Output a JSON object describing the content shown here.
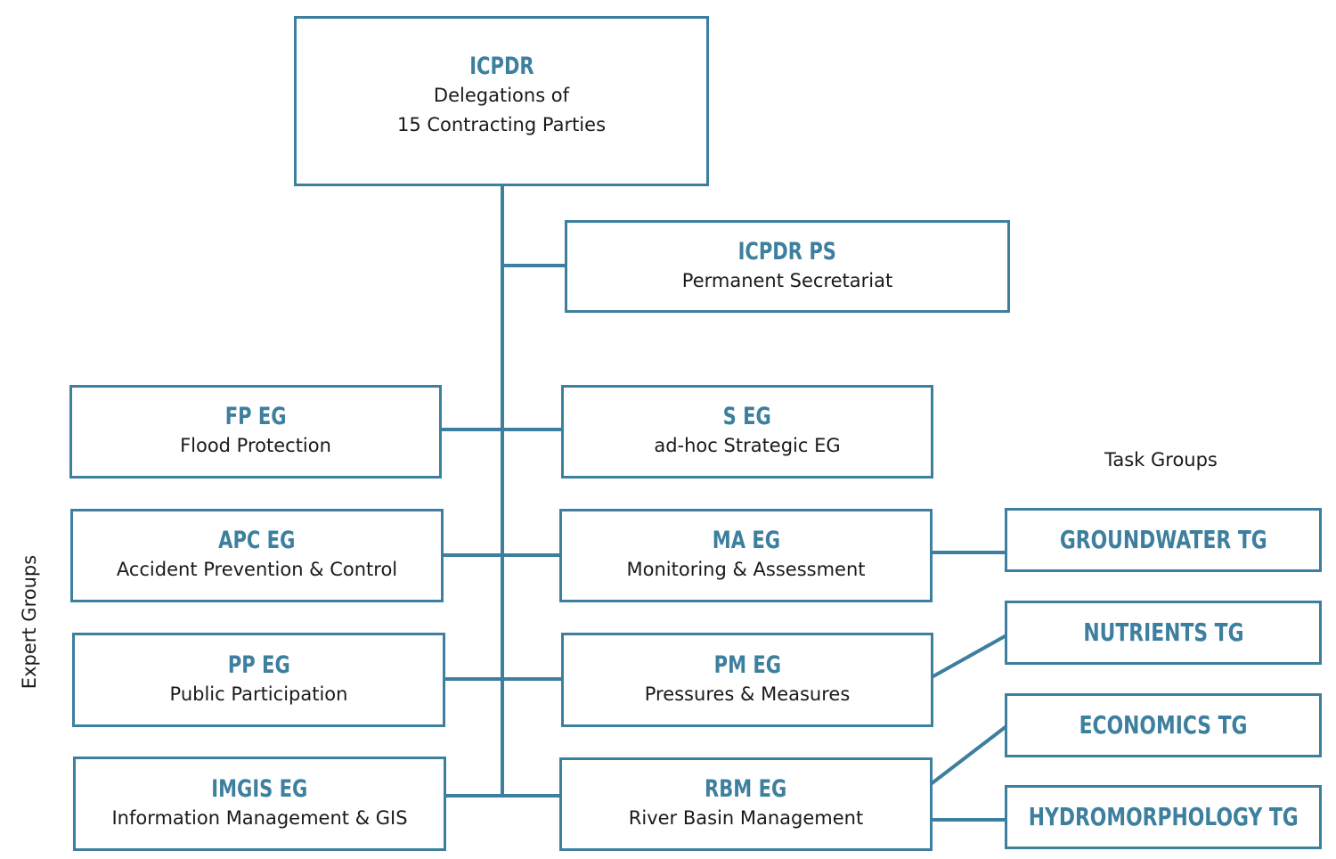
{
  "root": {
    "title": "ICPDR",
    "line1": "Delegations of",
    "line2": "15 Contracting Parties"
  },
  "secretariat": {
    "title": "ICPDR PS",
    "subtitle": "Permanent Secretariat"
  },
  "expert_groups_left": [
    {
      "title": "FP EG",
      "subtitle": "Flood Protection"
    },
    {
      "title": "APC EG",
      "subtitle": "Accident Prevention & Control"
    },
    {
      "title": "PP EG",
      "subtitle": "Public Participation"
    },
    {
      "title": "IMGIS EG",
      "subtitle": "Information Management & GIS"
    }
  ],
  "expert_groups_right": [
    {
      "title": "S EG",
      "subtitle": "ad-hoc Strategic EG"
    },
    {
      "title": "MA EG",
      "subtitle": "Monitoring & Assessment"
    },
    {
      "title": "PM EG",
      "subtitle": "Pressures & Measures"
    },
    {
      "title": "RBM EG",
      "subtitle": "River Basin Management"
    }
  ],
  "task_groups": [
    {
      "title": "GROUNDWATER TG"
    },
    {
      "title": "NUTRIENTS TG"
    },
    {
      "title": "ECONOMICS TG"
    },
    {
      "title": "HYDROMORPHOLOGY TG"
    }
  ],
  "labels": {
    "expert_groups": "Expert Groups",
    "task_groups": "Task Groups"
  },
  "colors": {
    "accent": "#3d7f9e",
    "text": "#1a1a1a"
  }
}
